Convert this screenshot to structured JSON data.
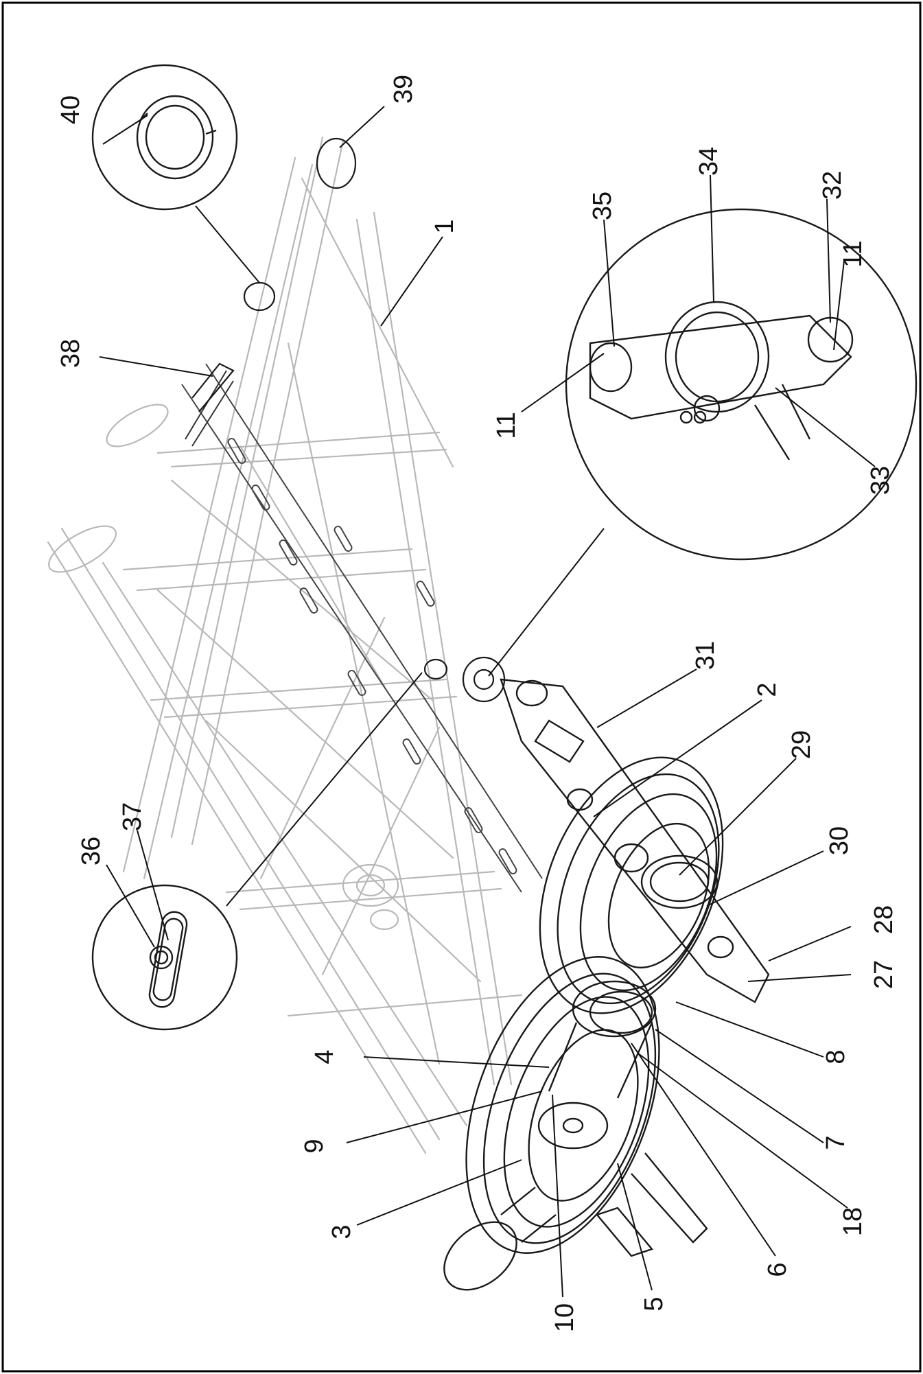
{
  "callouts": [
    {
      "id": "c1",
      "text": "1"
    },
    {
      "id": "c2",
      "text": "2"
    },
    {
      "id": "c3",
      "text": "3"
    },
    {
      "id": "c4",
      "text": "4"
    },
    {
      "id": "c5",
      "text": "5"
    },
    {
      "id": "c6",
      "text": "6"
    },
    {
      "id": "c7",
      "text": "7"
    },
    {
      "id": "c8",
      "text": "8"
    },
    {
      "id": "c9",
      "text": "9"
    },
    {
      "id": "c10",
      "text": "10"
    },
    {
      "id": "c11a",
      "text": "11"
    },
    {
      "id": "c11b",
      "text": "11"
    },
    {
      "id": "c18",
      "text": "18"
    },
    {
      "id": "c27",
      "text": "27"
    },
    {
      "id": "c28",
      "text": "28"
    },
    {
      "id": "c29",
      "text": "29"
    },
    {
      "id": "c30",
      "text": "30"
    },
    {
      "id": "c31",
      "text": "31"
    },
    {
      "id": "c32",
      "text": "32"
    },
    {
      "id": "c33",
      "text": "33"
    },
    {
      "id": "c34",
      "text": "34"
    },
    {
      "id": "c35",
      "text": "35"
    },
    {
      "id": "c36",
      "text": "36"
    },
    {
      "id": "c37",
      "text": "37"
    },
    {
      "id": "c38",
      "text": "38"
    },
    {
      "id": "c39",
      "text": "39"
    },
    {
      "id": "c40",
      "text": "40"
    }
  ],
  "colors": {
    "frame": "#000000",
    "linework": "#1a1a1a",
    "faint": "#b8b8b8",
    "background": "#ffffff"
  }
}
